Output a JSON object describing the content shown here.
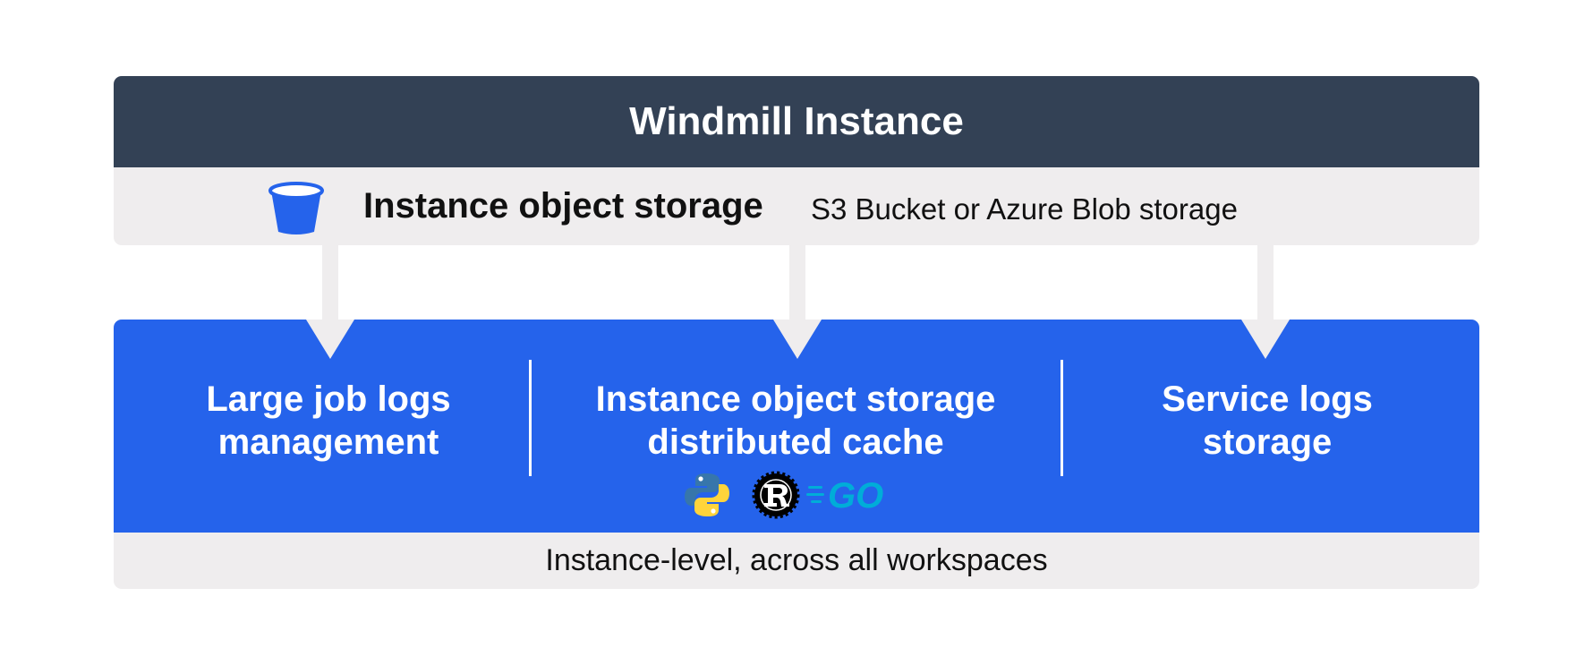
{
  "instance": {
    "title": "Windmill Instance",
    "storage_title": "Instance object storage",
    "storage_subtitle": "S3 Bucket or Azure Blob storage"
  },
  "columns": [
    {
      "line1": "Large job logs",
      "line2": "management"
    },
    {
      "line1": "Instance object storage",
      "line2": "distributed cache"
    },
    {
      "line1": "Service logs",
      "line2": "storage"
    }
  ],
  "languages": [
    "python-icon",
    "rust-icon",
    "go-icon"
  ],
  "go_logo_text": "GO",
  "footer": "Instance-level, across all workspaces",
  "colors": {
    "header": "#334155",
    "panel": "#efedee",
    "accent_blue": "#2563eb",
    "go_blue": "#00add8",
    "python_blue": "#3776ab",
    "python_yellow": "#ffd43b"
  }
}
